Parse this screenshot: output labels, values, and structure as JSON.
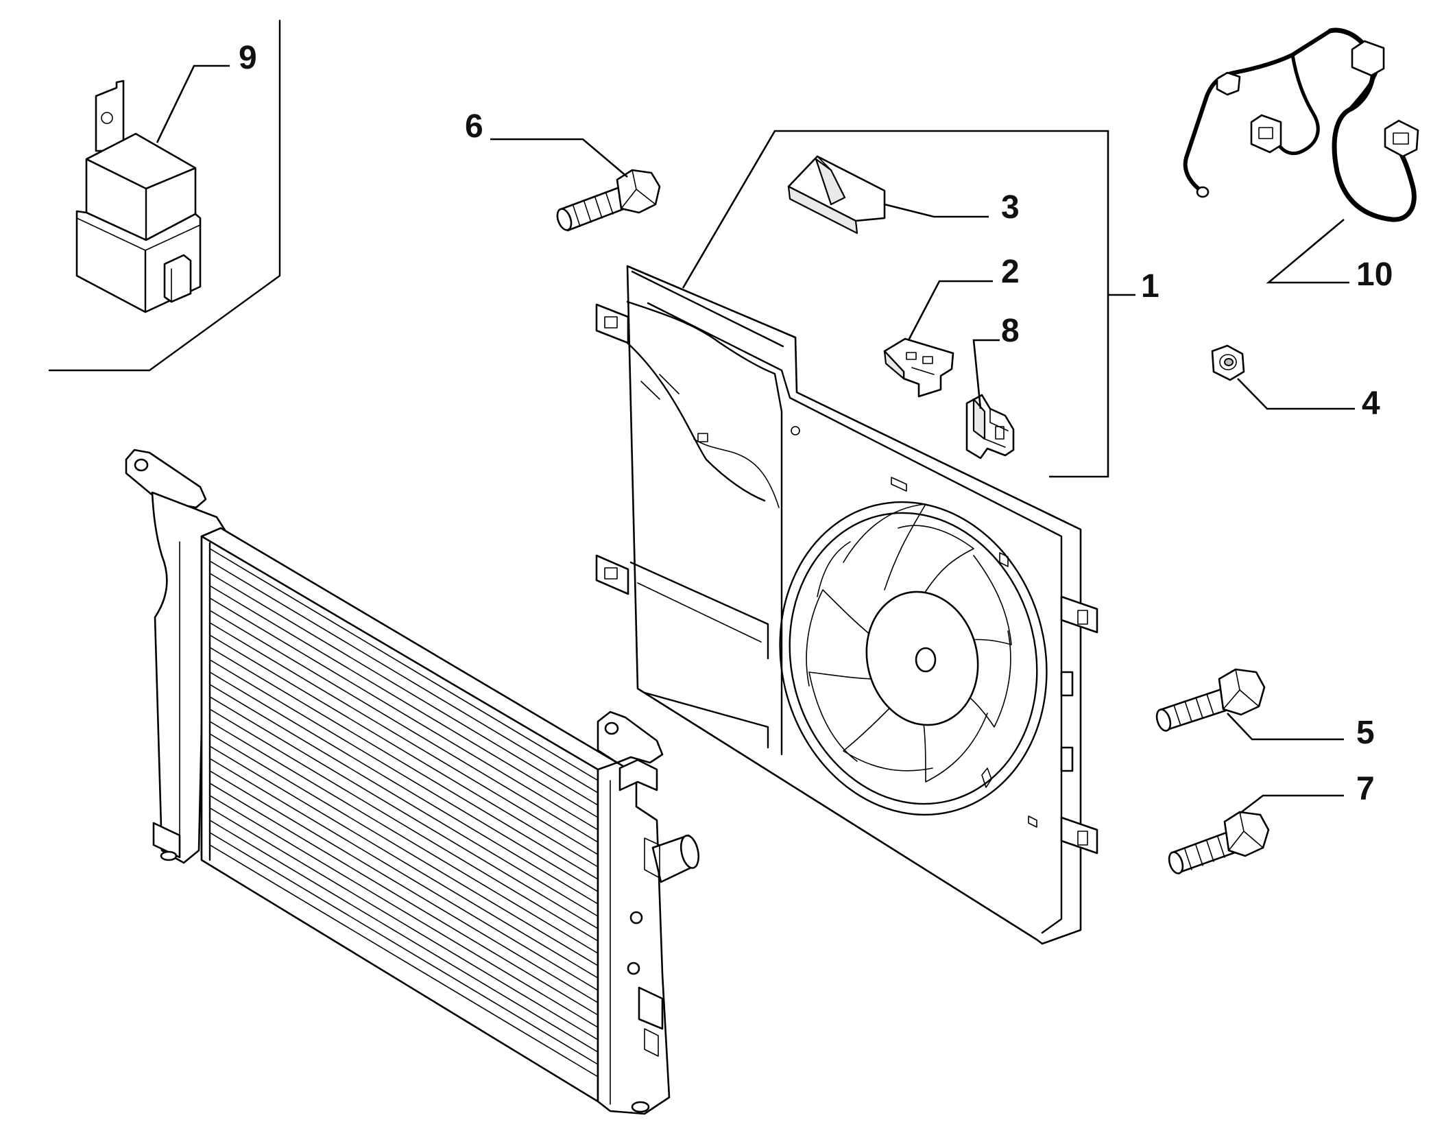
{
  "callouts": {
    "c1": "1",
    "c2": "2",
    "c3": "3",
    "c4": "4",
    "c5": "5",
    "c6": "6",
    "c7": "7",
    "c8": "8",
    "c9": "9",
    "c10": "10"
  },
  "colors": {
    "line": "#000000",
    "background": "#ffffff",
    "shade": "#e9e9e9"
  },
  "parts": [
    {
      "ref": "1",
      "name": "fan-shroud-assembly"
    },
    {
      "ref": "2",
      "name": "bracket"
    },
    {
      "ref": "3",
      "name": "seal-pad"
    },
    {
      "ref": "4",
      "name": "nut"
    },
    {
      "ref": "5",
      "name": "bolt"
    },
    {
      "ref": "6",
      "name": "bolt"
    },
    {
      "ref": "7",
      "name": "bolt"
    },
    {
      "ref": "8",
      "name": "clip"
    },
    {
      "ref": "9",
      "name": "relay"
    },
    {
      "ref": "10",
      "name": "wiring-harness"
    }
  ]
}
